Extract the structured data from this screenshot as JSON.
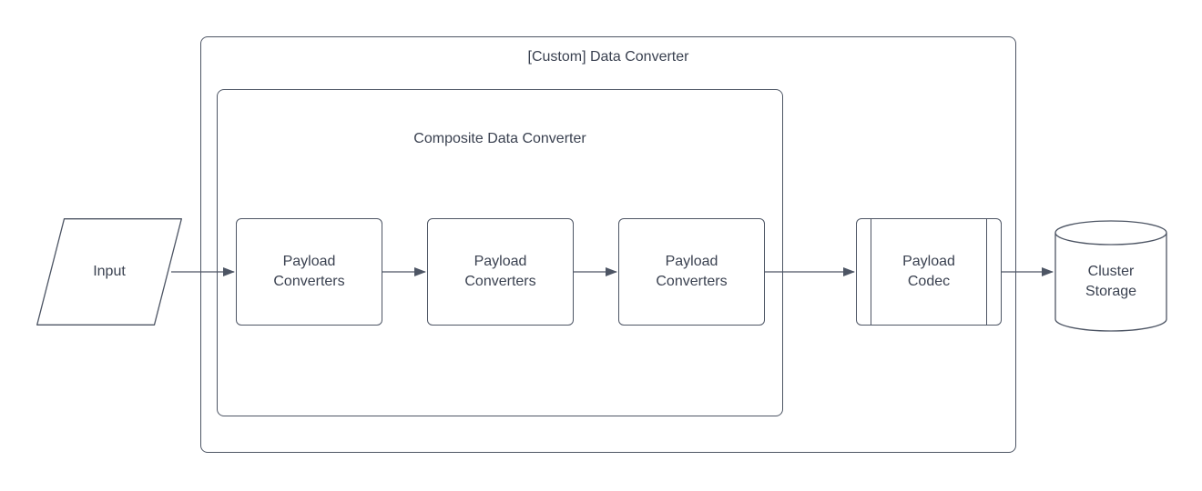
{
  "diagram": {
    "outer_group": {
      "title": "[Custom] Data Converter"
    },
    "inner_group": {
      "title": "Composite Data Converter"
    },
    "input": {
      "label": "Input"
    },
    "converters": [
      {
        "label": "Payload\nConverters"
      },
      {
        "label": "Payload\nConverters"
      },
      {
        "label": "Payload\nConverters"
      }
    ],
    "codec": {
      "label": "Payload\nCodec"
    },
    "storage": {
      "label": "Cluster\nStorage"
    },
    "colors": {
      "stroke": "#4d5564",
      "text": "#3a4150",
      "background": "#ffffff"
    }
  }
}
